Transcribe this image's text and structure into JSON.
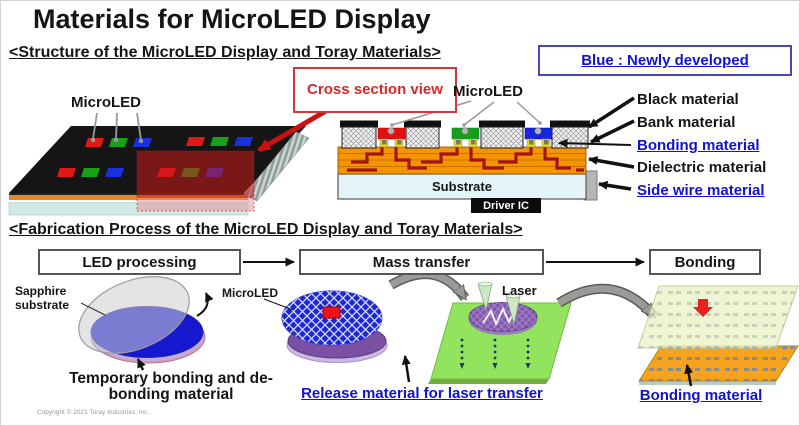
{
  "title": "Materials for MicroLED Display",
  "legend": {
    "text": "Blue : Newly developed"
  },
  "structure": {
    "heading": "<Structure of the MicroLED Display and Toray Materials>",
    "cross_section_callout": "Cross section view",
    "panel_microled_label": "MicroLED",
    "cs_microled_label": "MicroLED",
    "substrate_label": "Substrate",
    "driver_ic_label": "Driver IC",
    "materials": [
      {
        "label": "Black material",
        "newly_developed": false
      },
      {
        "label": "Bank material",
        "newly_developed": false
      },
      {
        "label": "Bonding material",
        "newly_developed": true
      },
      {
        "label": "Dielectric material",
        "newly_developed": false
      },
      {
        "label": "Side wire material",
        "newly_developed": true
      }
    ]
  },
  "process": {
    "heading": "<Fabrication Process of the MicroLED Display and Toray Materials>",
    "steps": [
      {
        "label": "LED processing"
      },
      {
        "label": "Mass transfer"
      },
      {
        "label": "Bonding"
      }
    ],
    "led_processing": {
      "sapphire_label": "Sapphire substrate",
      "material_label": "Temporary bonding and de-bonding material"
    },
    "mass_transfer": {
      "microled_label": "MicroLED",
      "laser_label": "Laser",
      "material_label": "Release material for laser transfer"
    },
    "bonding": {
      "material_label": "Bonding material"
    }
  },
  "footer": {
    "copyright": "Copyright © 2021 Toray Industries, Inc."
  },
  "colors": {
    "accent_blue": "#1212cc",
    "accent_red": "#d42a2a",
    "dielectric_orange": "#f49400",
    "substrate_cyan": "#e4f5f9",
    "wafer_blue": "#2026d6",
    "release_purple": "#7b4fa2",
    "stage_green": "#92e35e",
    "bonding_orange": "#f6a41e"
  }
}
